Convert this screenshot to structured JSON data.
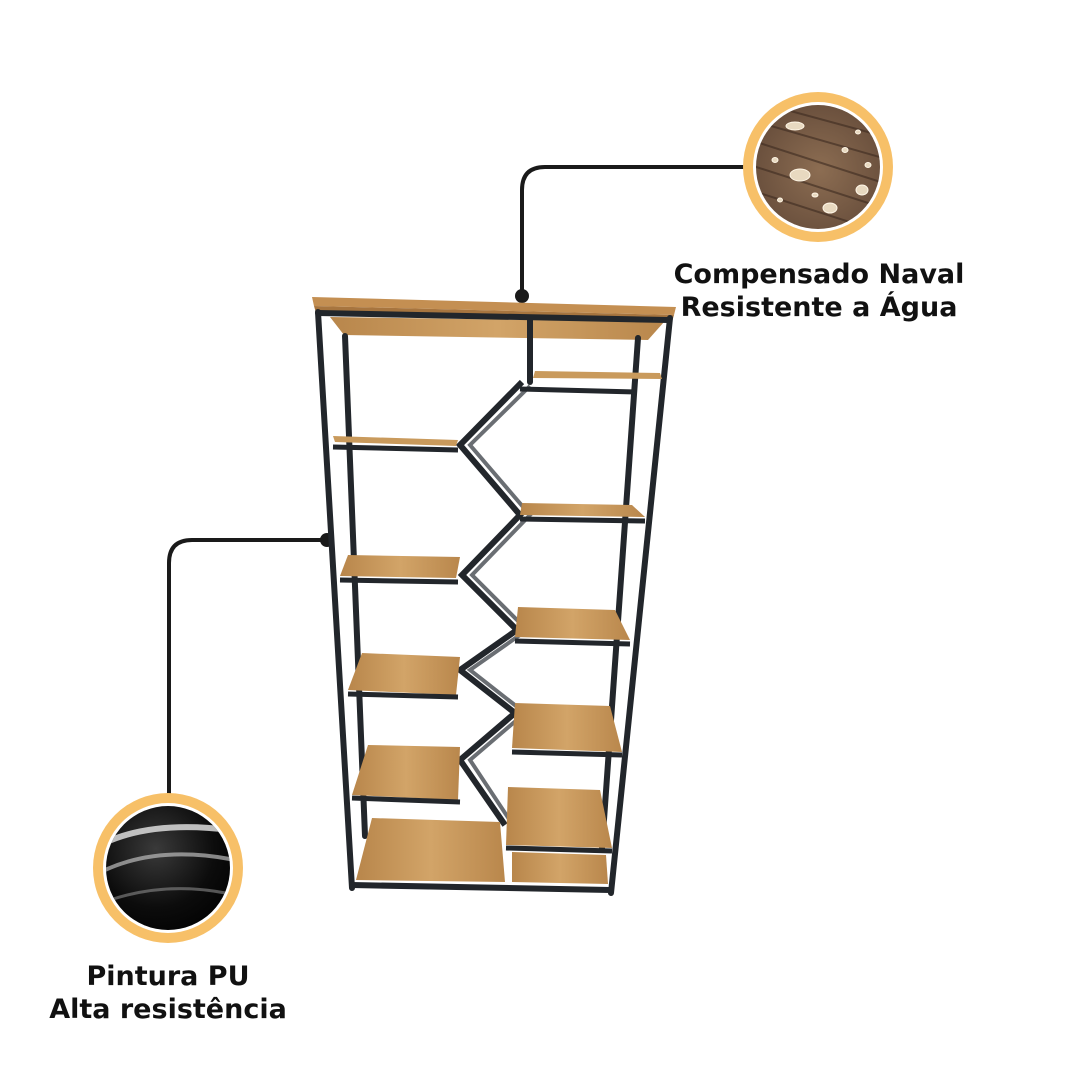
{
  "features": [
    {
      "id": "compensado",
      "title_line1": "Compensado Naval",
      "title_line2": "Resistente a Água",
      "icon": "water-drops-on-wood-icon"
    },
    {
      "id": "pintura",
      "title_line1": "Pintura PU",
      "title_line2": "Alta resistência",
      "icon": "glossy-black-paint-icon"
    }
  ],
  "colors": {
    "ring": "#F7C068",
    "line": "#1a1a1a",
    "frame": "#22262b",
    "wood": "#c99a5c",
    "wood_dark": "#a87a42",
    "background": "#ffffff"
  }
}
